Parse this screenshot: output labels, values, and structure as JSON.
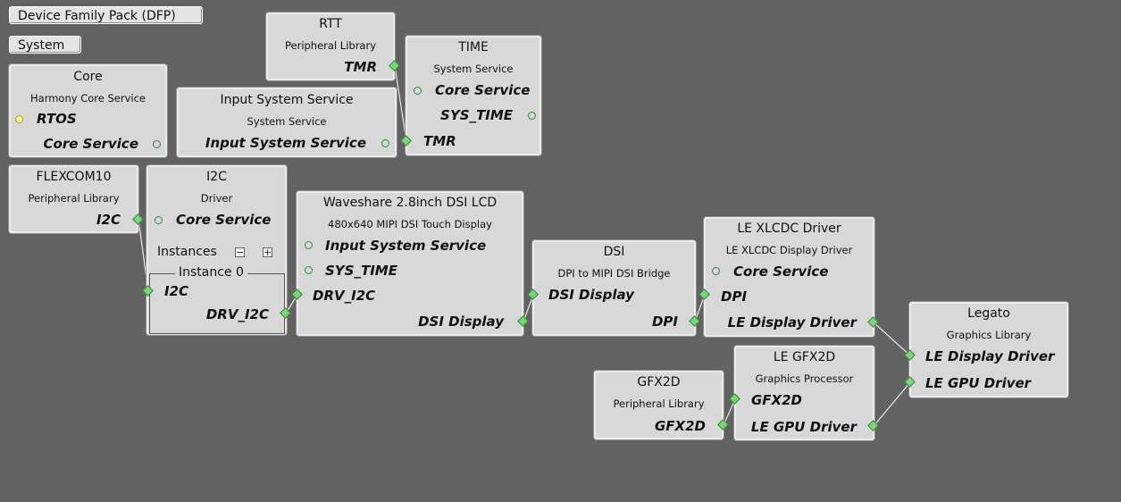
{
  "buttons": {
    "dfp": "Device Family Pack (DFP)",
    "system": "System"
  },
  "core": {
    "title": "Core",
    "subtitle": "Harmony Core Service",
    "rows": [
      "RTOS",
      "Core Service"
    ]
  },
  "rtt": {
    "title": "RTT",
    "subtitle": "Peripheral Library",
    "rows": [
      "TMR"
    ]
  },
  "time": {
    "title": "TIME",
    "subtitle": "System Service",
    "rows": [
      "Core Service",
      "SYS_TIME",
      "TMR"
    ]
  },
  "input": {
    "title": "Input System Service",
    "subtitle": "System Service",
    "rows": [
      "Input System Service"
    ]
  },
  "flexcom": {
    "title": "FLEXCOM10",
    "subtitle": "Peripheral Library",
    "rows": [
      "I2C"
    ]
  },
  "i2c": {
    "title": "I2C",
    "subtitle": "Driver",
    "rows": [
      "Core Service"
    ],
    "instances_label": "Instances",
    "minus": "−",
    "plus": "+",
    "instance_label": "Instance 0",
    "instance_rows": [
      "I2C",
      "DRV_I2C"
    ]
  },
  "waveshare": {
    "title": "Waveshare 2.8inch DSI LCD",
    "subtitle": "480x640 MIPI DSI Touch Display",
    "rows": [
      "Input System Service",
      "SYS_TIME",
      "DRV_I2C",
      "DSI Display"
    ]
  },
  "dsi": {
    "title": "DSI",
    "subtitle": "DPI to MIPI DSI Bridge",
    "rows": [
      "DSI Display",
      "DPI"
    ]
  },
  "xlcdc": {
    "title": "LE XLCDC Driver",
    "subtitle": "LE XLCDC Display Driver",
    "rows": [
      "Core Service",
      "DPI",
      "LE Display Driver"
    ]
  },
  "legato": {
    "title": "Legato",
    "subtitle": "Graphics Library",
    "rows": [
      "LE Display Driver",
      "LE GPU Driver"
    ]
  },
  "gfx2dplib": {
    "title": "GFX2D",
    "subtitle": "Peripheral Library",
    "rows": [
      "GFX2D"
    ]
  },
  "legfx2d": {
    "title": "LE GFX2D",
    "subtitle": "Graphics Processor",
    "rows": [
      "GFX2D",
      "LE GPU Driver"
    ]
  },
  "colors": {
    "background": "#626262",
    "box": "#d8d8d8",
    "connector": "#7fd37f"
  }
}
